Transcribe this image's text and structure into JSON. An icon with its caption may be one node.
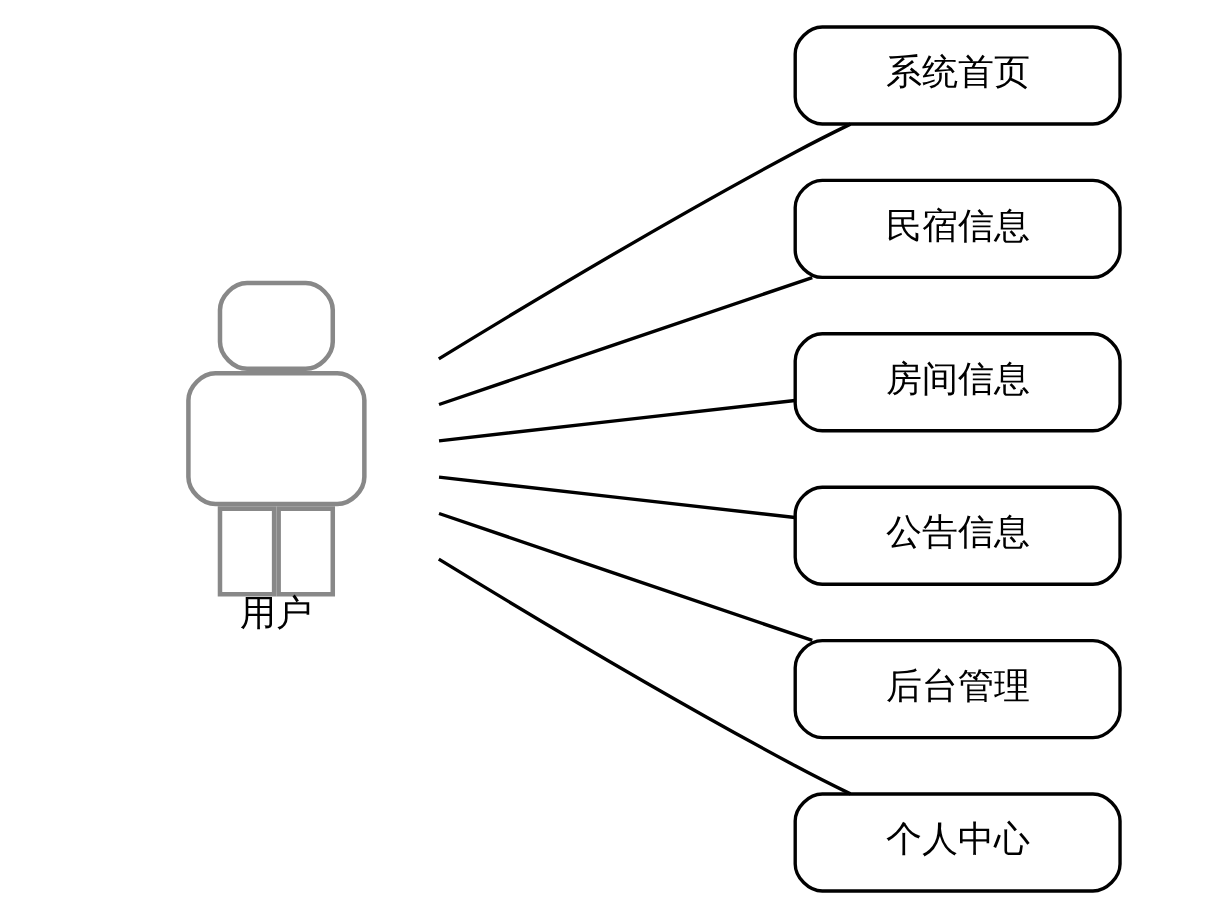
{
  "diagram": {
    "nodes": [
      {
        "text": [],
        "shape": "person",
        "beside": [
          "用户"
        ]
      },
      {
        "text": [
          "系统首页"
        ]
      },
      {
        "text": [
          "民宿信息"
        ]
      },
      {
        "text": [
          "房间信息"
        ]
      },
      {
        "text": [
          "公告信息"
        ]
      },
      {
        "text": [
          "后台管理"
        ]
      },
      {
        "text": [
          "个人中心"
        ]
      }
    ],
    "edges": [
      {
        "from": 0,
        "to": 1,
        "arrow": "none"
      },
      {
        "from": 0,
        "to": 2,
        "arrow": "none"
      },
      {
        "from": 0,
        "to": 3,
        "arrow": "none"
      },
      {
        "from": 0,
        "to": 4,
        "arrow": "none"
      },
      {
        "from": 0,
        "to": 5,
        "arrow": "none"
      },
      {
        "from": 0,
        "to": 6,
        "arrow": "none"
      }
    ]
  }
}
